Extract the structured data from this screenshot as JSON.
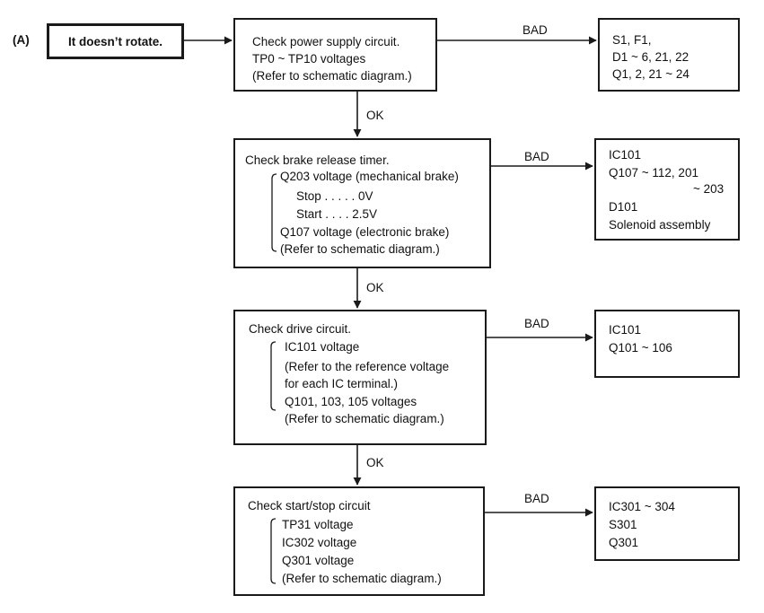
{
  "section_label": "(A)",
  "start": "It doesn’t rotate.",
  "steps": [
    {
      "check": [
        "Check power supply circuit.",
        "TP0 ~ TP10 voltages",
        "(Refer to schematic diagram.)"
      ],
      "bad": "BAD",
      "ok": "OK",
      "parts": [
        "S1, F1,",
        "D1 ~ 6, 21, 22",
        "Q1, 2, 21 ~ 24"
      ]
    },
    {
      "check": [
        "Check brake release timer.",
        "Q203 voltage (mechanical brake)",
        "Stop . . . . .  0V",
        "Start  . . . .  2.5V",
        "Q107 voltage (electronic brake)",
        "(Refer to schematic diagram.)"
      ],
      "bad": "BAD",
      "ok": "OK",
      "parts": [
        "IC101",
        "Q107 ~ 112, 201",
        "~ 203",
        "D101",
        "Solenoid assembly"
      ]
    },
    {
      "check": [
        "Check drive circuit.",
        "IC101 voltage",
        "(Refer to the reference voltage",
        "for each IC terminal.)",
        "Q101, 103, 105 voltages",
        "(Refer to schematic diagram.)"
      ],
      "bad": "BAD",
      "ok": "OK",
      "parts": [
        "IC101",
        "Q101 ~ 106"
      ]
    },
    {
      "check": [
        "Check start/stop circuit",
        "TP31 voltage",
        "IC302 voltage",
        "Q301 voltage",
        "(Refer to schematic diagram.)"
      ],
      "bad": "BAD",
      "parts": [
        "IC301 ~ 304",
        "S301",
        "Q301"
      ]
    }
  ]
}
